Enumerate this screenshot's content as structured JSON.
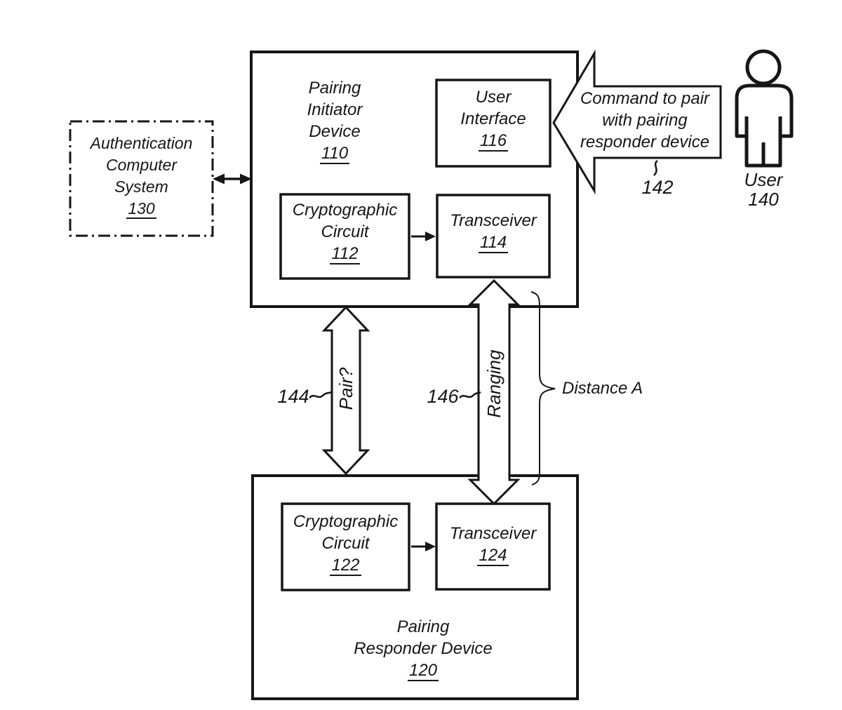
{
  "figure": {
    "ink_color": "#161616",
    "background_color": "#ffffff",
    "boxes": {
      "auth": {
        "lines": [
          "Authentication",
          "Computer",
          "System"
        ],
        "ref": "130"
      },
      "initiator": {
        "lines": [
          "Pairing",
          "Initiator",
          "Device"
        ],
        "ref": "110"
      },
      "user_interface": {
        "lines": [
          "User",
          "Interface"
        ],
        "ref": "116"
      },
      "crypto_initiator": {
        "lines": [
          "Cryptographic",
          "Circuit"
        ],
        "ref": "112"
      },
      "transceiver_initiator": {
        "lines": [
          "Transceiver"
        ],
        "ref": "114"
      },
      "responder": {
        "lines": [
          "Pairing",
          "Responder Device"
        ],
        "ref": "120"
      },
      "crypto_responder": {
        "lines": [
          "Cryptographic",
          "Circuit"
        ],
        "ref": "122"
      },
      "transceiver_responder": {
        "lines": [
          "Transceiver"
        ],
        "ref": "124"
      }
    },
    "command_arrow": {
      "lines": [
        "Command to pair",
        "with pairing",
        "responder device"
      ],
      "ref": "142"
    },
    "pair_arrow": {
      "label": "Pair?",
      "ref": "144"
    },
    "ranging_arrow": {
      "label": "Ranging",
      "ref": "146"
    },
    "distance_brace": {
      "label": "Distance A"
    },
    "user": {
      "label": "User",
      "ref": "140"
    }
  }
}
